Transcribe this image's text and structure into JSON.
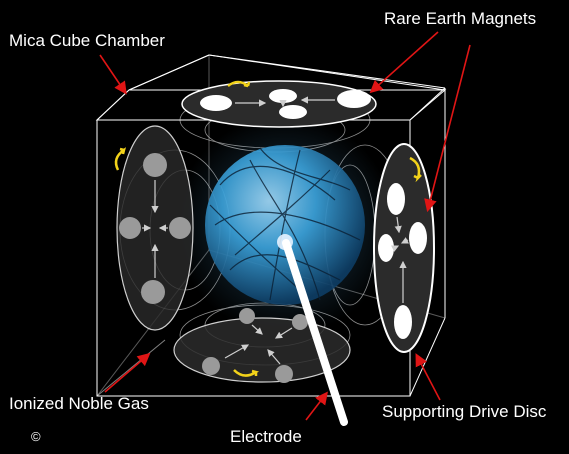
{
  "labels": {
    "mica_cube_chamber": "Mica Cube Chamber",
    "rare_earth_magnets": "Rare Earth Magnets",
    "ionized_noble_gas": "Ionized Noble Gas",
    "supporting_drive_disc": "Supporting Drive Disc",
    "electrode": "Electrode"
  },
  "copyright": "©",
  "colors": {
    "background": "#000000",
    "label_text": "#ffffff",
    "leader_arrow": "#e01515",
    "cube_edge": "#ffffff",
    "plasma_sphere": "#3aa0d8",
    "disc_dark": "#2b2b2b",
    "disc_light": "#ffffff",
    "rotation_arrow": "#f2d21a"
  },
  "icons": [
    "rotation-arrow-icon",
    "magnet-icon",
    "electrode-rod-icon"
  ]
}
